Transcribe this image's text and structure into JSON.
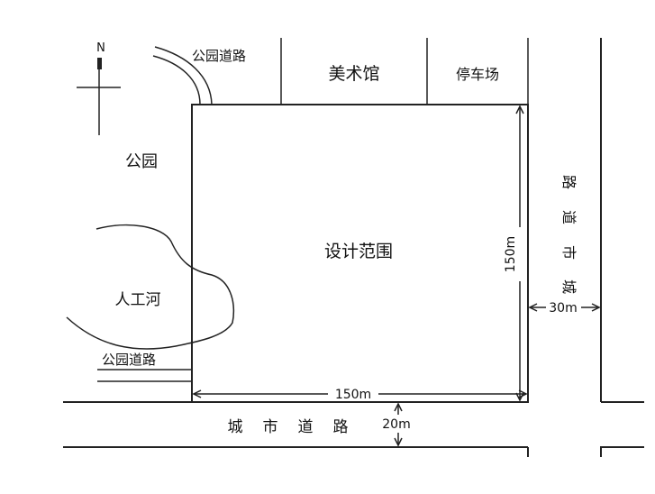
{
  "north": "N",
  "labels": {
    "park_road_top": "公园道路",
    "museum": "美术馆",
    "parking": "停车场",
    "park": "公园",
    "design_area": "设计范围",
    "river": "人工河",
    "park_road_bottom": "公园道路",
    "city_road_bottom": [
      "城",
      "市",
      "道",
      "路"
    ],
    "city_road_right": [
      "路",
      "道",
      "市",
      "城"
    ]
  },
  "dimensions": {
    "width": "150m",
    "height": "150m",
    "right_road_width": "30m",
    "bottom_road_width": "20m"
  }
}
